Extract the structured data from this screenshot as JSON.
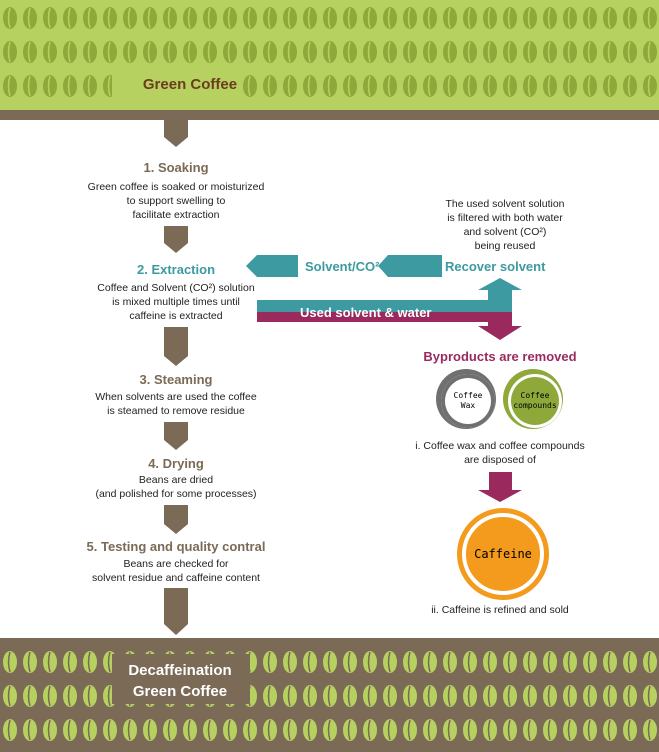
{
  "header": {
    "title": "Green Coffee"
  },
  "steps": [
    {
      "title": "1. Soaking",
      "text": "Green coffee is soaked or moisturized\nto support swelling to\nfacilitate extraction"
    },
    {
      "title": "2. Extraction",
      "text": "Coffee and Solvent (CO²) solution\nis mixed multiple times until\ncaffeine is extracted"
    },
    {
      "title": "3. Steaming",
      "text": "When solvents are used the coffee\nis steamed to remove residue"
    },
    {
      "title": "4. Drying",
      "text": "Beans are dried\n(and polished for some processes)"
    },
    {
      "title": "5. Testing and quality contral",
      "text": "Beans are checked for\nsolvent residue and caffeine content"
    }
  ],
  "recovery": {
    "note": "The used solvent solution\nis filtered with both water\nand solvent (CO²)\nbeing reused",
    "recover_label": "Recover solvent",
    "solvent_label": "Solvent/CO²",
    "used_label": "Used solvent & water"
  },
  "byproducts": {
    "title": "Byproducts are removed",
    "wax": "Coffee\nWax",
    "compounds": "Coffee\ncompounds",
    "disposed_text": "i. Coffee wax and coffee compounds\nare disposed of",
    "caffeine": "Caffeine",
    "caffeine_text": "ii. Caffeine is refined and sold"
  },
  "footer": {
    "title": "Decaffeination\nGreen Coffee"
  },
  "colors": {
    "green": "#b6d160",
    "brown": "#7a6a56",
    "teal": "#3d9aa0",
    "maroon": "#9a2a5e",
    "orange": "#f49a1c",
    "gray": "#707070",
    "olive": "#8ea83a"
  }
}
